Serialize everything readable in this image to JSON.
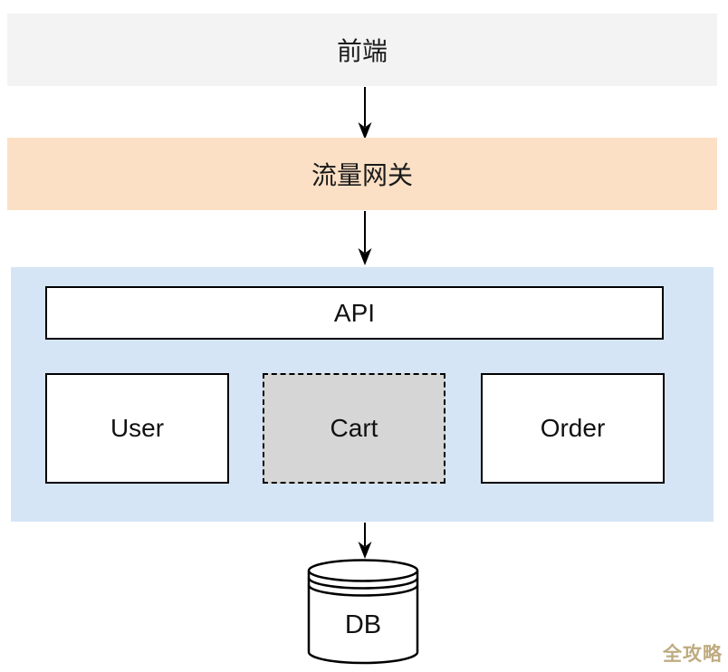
{
  "diagram": {
    "frontend": {
      "label": "前端"
    },
    "gateway": {
      "label": "流量网关"
    },
    "api": {
      "label": "API"
    },
    "services": [
      {
        "label": "User"
      },
      {
        "label": "Cart"
      },
      {
        "label": "Order"
      }
    ],
    "db": {
      "label": "DB"
    },
    "watermark": "全攻略",
    "colors": {
      "frontend_band": "#f3f3f3",
      "gateway_band": "#fce0c5",
      "services_container": "#d5e5f6",
      "cart_fill": "#d6d6d6",
      "border": "#000000",
      "watermark": "#b9a273"
    }
  }
}
